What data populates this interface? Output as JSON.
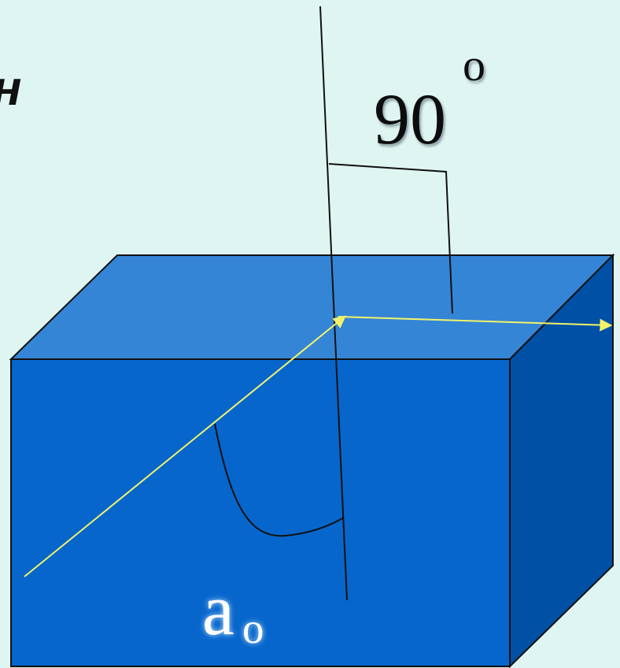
{
  "texts": {
    "corner_fragment": "н",
    "angle_value": "90",
    "degree_symbol": "o",
    "critical_angle_main": "a",
    "critical_angle_sub": "o"
  },
  "colors": {
    "background": "#dff5f1",
    "block_top": "#3585d6",
    "block_front": "#0766cc",
    "block_side": "#0050a6",
    "outline": "#111111",
    "ray": "#f3f36a",
    "angle_text": "#111111",
    "label_text": "#ffffff"
  }
}
